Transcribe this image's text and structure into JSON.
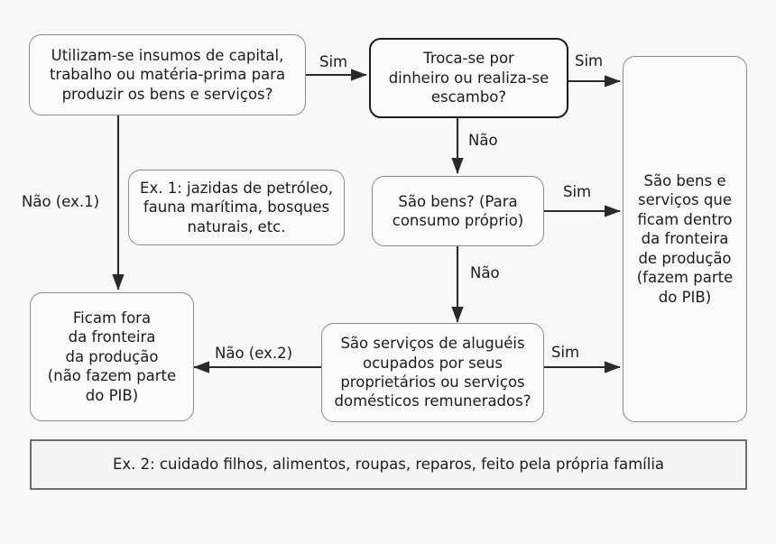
{
  "diagram": {
    "title": "Fluxograma da fronteira de producao do PIB",
    "background_color": "#f8f8f8",
    "node_fill": "#fbfbfb",
    "node_border": "#8a8a8a",
    "emphasis_border": "#1b1b1b",
    "text_color": "#1c1c1c",
    "edge_color": "#3a3a3a"
  },
  "nodes": {
    "q_insumos": {
      "text": "Utilizam-se insumos de capital,\ntrabalho ou matéria-prima para\nproduzir os bens e serviços?",
      "shape": "rounded-rect"
    },
    "q_troca": {
      "text": "Troca-se por\ndinheiro ou realiza-se\nescambo?",
      "shape": "rounded-rect-bold"
    },
    "q_bens": {
      "text": "São bens? (Para\nconsumo próprio)",
      "shape": "rounded-rect"
    },
    "q_servicos": {
      "text": "São serviços de aluguéis\nocupados por seus\nproprietários ou serviços\ndomésticos remunerados?",
      "shape": "rounded-rect"
    },
    "out_dentro": {
      "text": "São bens e\nserviços que\nficam dentro\nda fronteira\nde produção\n(fazem parte\ndo PIB)",
      "shape": "rounded-rect"
    },
    "out_fora": {
      "text": "Ficam fora\nda fronteira\nda produção\n(não fazem parte\ndo PIB)",
      "shape": "rounded-rect"
    },
    "note_ex1": {
      "text": "Ex. 1: jazidas de petróleo,\nfauna marítima, bosques\nnaturais, etc.",
      "shape": "rounded-rect"
    },
    "note_ex2": {
      "text": "Ex. 2: cuidado filhos, alimentos, roupas, reparos, feito pela própria família",
      "shape": "rect"
    }
  },
  "edge_labels": {
    "insumos_sim": "Sim",
    "insumos_nao": "Não (ex.1)",
    "troca_sim": "Sim",
    "troca_nao": "Não",
    "bens_sim": "Sim",
    "bens_nao": "Não",
    "servicos_sim": "Sim",
    "servicos_nao": "Não (ex.2)"
  }
}
